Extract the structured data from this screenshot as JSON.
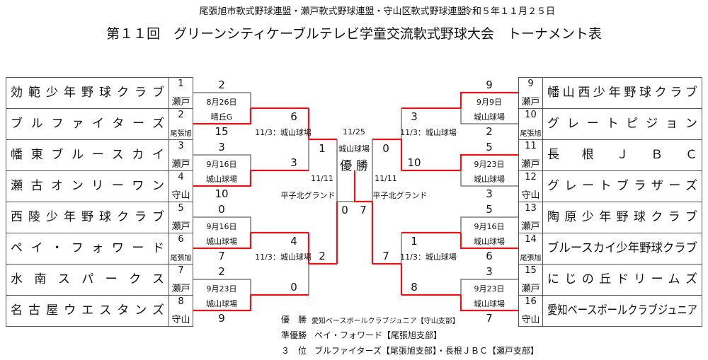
{
  "header": {
    "organizers": "尾張旭市軟式野球連盟・瀬戸軟式野球連盟・守山区軟式野球連盟",
    "date": "令和５年１１月２５日",
    "title": "第１１回　グリーンシティケーブルテレビ学童交流軟式野球大会　トーナメント表"
  },
  "left_teams": [
    {
      "seed": "1",
      "name": "効範少年野球クラブ",
      "branch": "瀬戸"
    },
    {
      "seed": "2",
      "name": "ブルファイターズ",
      "branch": "尾張旭"
    },
    {
      "seed": "3",
      "name": "幡東ブルースカイ",
      "branch": "瀬戸"
    },
    {
      "seed": "4",
      "name": "瀬古オンリーワン",
      "branch": "守山"
    },
    {
      "seed": "5",
      "name": "西陵少年野球クラブ",
      "branch": "瀬戸"
    },
    {
      "seed": "6",
      "name": "ペイ・フォワード",
      "branch": "尾張旭"
    },
    {
      "seed": "7",
      "name": "水南スパークス",
      "branch": "瀬戸"
    },
    {
      "seed": "8",
      "name": "名古屋ウエスタンズ",
      "branch": "守山"
    }
  ],
  "right_teams": [
    {
      "seed": "9",
      "name": "幡山西少年野球クラブ",
      "branch": "瀬戸"
    },
    {
      "seed": "10",
      "name": "グレートピジョン",
      "branch": "尾張旭"
    },
    {
      "seed": "11",
      "name": "長根ＪＢＣ",
      "branch": "瀬戸"
    },
    {
      "seed": "12",
      "name": "グレートブラザーズ",
      "branch": "守山"
    },
    {
      "seed": "13",
      "name": "陶原少年野球クラブ",
      "branch": "瀬戸"
    },
    {
      "seed": "14",
      "name": "ブルースカイ少年野球クラブ",
      "branch": "尾張旭"
    },
    {
      "seed": "15",
      "name": "にじの丘ドリームズ",
      "branch": "瀬戸"
    },
    {
      "seed": "16",
      "name": "愛知ベースボールクラブジュニア",
      "branch": "守山"
    }
  ],
  "left_round1": [
    {
      "top": "2",
      "bottom": "15",
      "date": "8月26日",
      "venue": "晴丘G",
      "winner": "bottom"
    },
    {
      "top": "3",
      "bottom": "10",
      "date": "9月16日",
      "venue": "城山球場",
      "winner": "bottom"
    },
    {
      "top": "0",
      "bottom": "7",
      "date": "9月16日",
      "venue": "城山球場",
      "winner": "bottom"
    },
    {
      "top": "2",
      "bottom": "9",
      "date": "9月23日",
      "venue": "城山球場",
      "winner": "bottom"
    }
  ],
  "right_round1": [
    {
      "top": "9",
      "bottom": "2",
      "date": "9月9日",
      "venue": "城山球場",
      "winner": "top"
    },
    {
      "top": "5",
      "bottom": "3",
      "date": "9月23日",
      "venue": "城山球場",
      "winner": "top"
    },
    {
      "top": "5",
      "bottom": "6",
      "date": "9月16日",
      "venue": "城山球場",
      "winner": "bottom"
    },
    {
      "top": "3",
      "bottom": "7",
      "date": "9月23日",
      "venue": "城山球場",
      "winner": "bottom"
    }
  ],
  "left_round2": [
    {
      "top": "6",
      "bottom": "3",
      "info": "11/3：城山球場"
    },
    {
      "top": "4",
      "bottom": "0",
      "info": "11/3：城山球場"
    }
  ],
  "right_round2": [
    {
      "top": "3",
      "bottom": "10",
      "info": "11/3：城山球場"
    },
    {
      "top": "1",
      "bottom": "8",
      "info": "11/3：城山球場"
    }
  ],
  "semifinals": {
    "left": {
      "top": "1",
      "bottom": "2",
      "date": "11/11",
      "venue": "平子北グランド"
    },
    "right": {
      "top": "0",
      "bottom": "7",
      "date": "11/11",
      "venue": "平子北グランド"
    }
  },
  "final": {
    "date": "11/25",
    "venue": "城山球場",
    "label": "優 勝",
    "left": "0",
    "right": "7"
  },
  "results": [
    {
      "label": "優　勝",
      "text": "愛知ベースボールクラブジュニア【守山支部】"
    },
    {
      "label": "準優勝",
      "text": "ペイ・フォワード【尾張旭支部】"
    },
    {
      "label": "３　位",
      "text": "ブルファイターズ【尾張旭支部】・長根ＪＢＣ【瀬戸支部】"
    }
  ],
  "colors": {
    "winner_line": "#e8141a",
    "line": "#666666"
  }
}
